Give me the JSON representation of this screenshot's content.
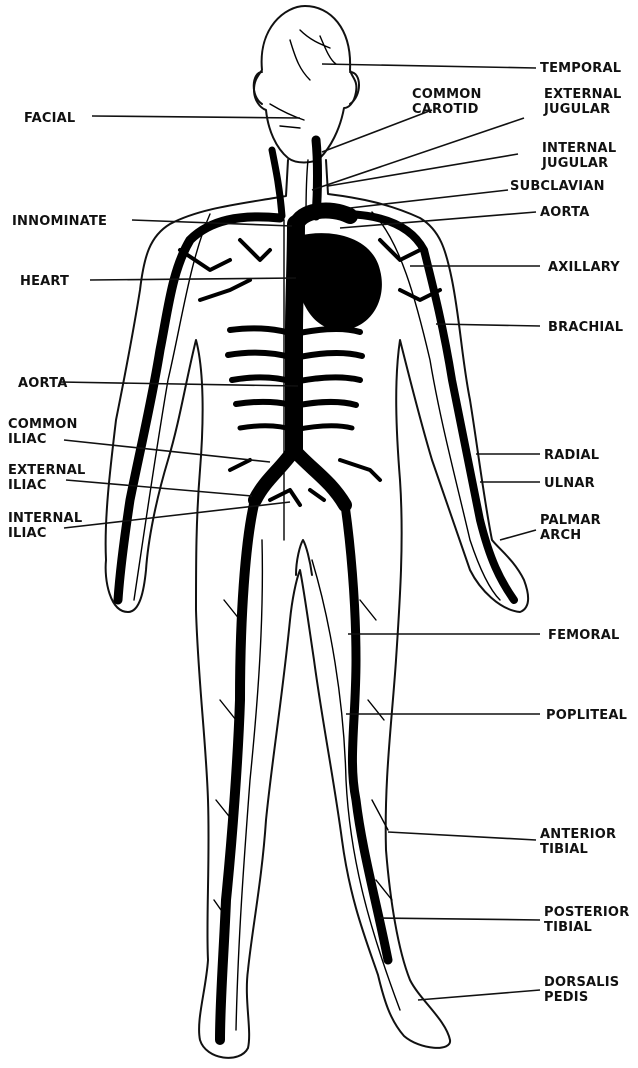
{
  "labels": {
    "temporal": "TEMPORAL",
    "common_carotid": [
      "COMMON",
      "CAROTID"
    ],
    "external_jugular": [
      "EXTERNAL",
      "JUGULAR"
    ],
    "facial": "FACIAL",
    "internal_jugular": [
      "INTERNAL",
      "JUGULAR"
    ],
    "subclavian": "SUBCLAVIAN",
    "innominate": "INNOMINATE",
    "aorta_upper": "AORTA",
    "heart": "HEART",
    "axillary": "AXILLARY",
    "brachial": "BRACHIAL",
    "aorta_lower": "AORTA",
    "common_iliac": [
      "COMMON",
      "ILIAC"
    ],
    "radial": "RADIAL",
    "external_iliac": [
      "EXTERNAL",
      "ILIAC"
    ],
    "ulnar": "ULNAR",
    "internal_iliac": [
      "INTERNAL",
      "ILIAC"
    ],
    "palmar_arch": [
      "PALMAR",
      "ARCH"
    ],
    "femoral": "FEMORAL",
    "popliteal": "POPLITEAL",
    "anterior_tibial": [
      "ANTERIOR",
      "TIBIAL"
    ],
    "posterior_tibial": [
      "POSTERIOR",
      "TIBIAL"
    ],
    "dorsalis_pedis": [
      "DORSALIS",
      "PEDIS"
    ]
  }
}
